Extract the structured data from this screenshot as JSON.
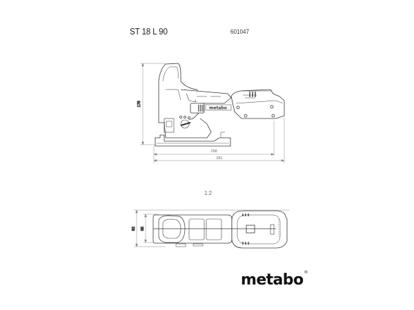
{
  "header": {
    "model": "ST 18 L 90",
    "article_number": "601047"
  },
  "side_view": {
    "height_dim": "178",
    "length_dim_inner": "258",
    "length_dim_outer": "281",
    "body_logo": "metabo"
  },
  "scale_label": "1:2",
  "top_view": {
    "width_dim_outer": "82",
    "width_dim_inner": "65"
  },
  "brand": {
    "logo": "metabo",
    "registered": "®"
  }
}
